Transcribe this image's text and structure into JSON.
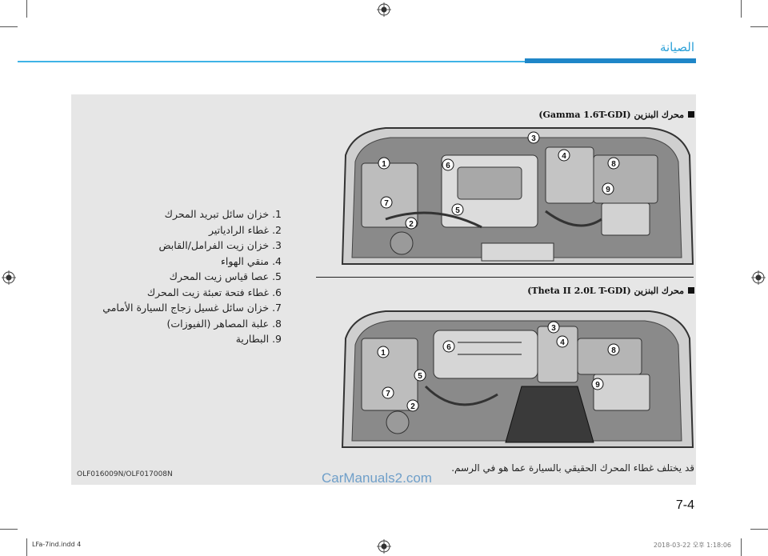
{
  "header": {
    "section_title": "الصيانة"
  },
  "engines": [
    {
      "title": "(Gamma 1.6T-GDI) محرك البنزين",
      "callouts": [
        "1",
        "2",
        "3",
        "4",
        "5",
        "6",
        "7",
        "8",
        "9"
      ]
    },
    {
      "title": "(Theta II 2.0L T-GDI) محرك البنزين",
      "callouts": [
        "1",
        "2",
        "3",
        "4",
        "5",
        "6",
        "7",
        "8",
        "9"
      ]
    }
  ],
  "legend": [
    {
      "num": "1.",
      "text": "خزان سائل تبريد المحرك"
    },
    {
      "num": "2.",
      "text": "غطاء الرادياتير"
    },
    {
      "num": "3.",
      "text": "خزان زيت الفرامل/القابض"
    },
    {
      "num": "4.",
      "text": "منقي الهواء"
    },
    {
      "num": "5.",
      "text": "عصا قياس زيت المحرك"
    },
    {
      "num": "6.",
      "text": "غطاء فتحة تعبئة زيت المحرك"
    },
    {
      "num": "7.",
      "text": "خزان سائل غسيل زجاج السيارة الأمامي"
    },
    {
      "num": "8.",
      "text": "علبة المصاهر (الفيوزات)"
    },
    {
      "num": "9.",
      "text": "البطارية"
    }
  ],
  "figure_code": "OLF016009N/OLF017008N",
  "note": "قد يختلف غطاء المحرك الحقيقي بالسيارة عما هو في الرسم.",
  "watermark": "CarManuals2.com",
  "page_number": "7-4",
  "footer": {
    "file": "LFa-7ind.indd   4",
    "datetime": "2018-03-22   오후 1:18:06"
  },
  "colors": {
    "accent_thin": "#3fb3e6",
    "accent_thick": "#1f86c8",
    "panel_bg": "#e6e6e6"
  }
}
